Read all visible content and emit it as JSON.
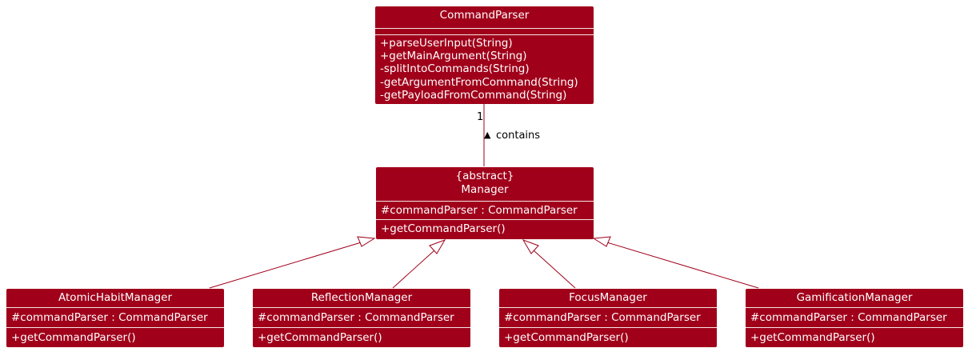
{
  "command_parser": {
    "name": "CommandParser",
    "methods": [
      "+parseUserInput(String)",
      "+getMainArgument(String)",
      "-splitIntoCommands(String)",
      "-getArgumentFromCommand(String)",
      "-getPayloadFromCommand(String)"
    ]
  },
  "association": {
    "multiplicity": "1",
    "arrow": "▲",
    "label": "contains"
  },
  "manager": {
    "stereotype": "{abstract}",
    "name": "Manager",
    "field": "#commandParser : CommandParser",
    "method": "+getCommandParser()"
  },
  "subclasses": [
    {
      "name": "AtomicHabitManager",
      "field": "#commandParser : CommandParser",
      "method": "+getCommandParser()"
    },
    {
      "name": "ReflectionManager",
      "field": "#commandParser : CommandParser",
      "method": "+getCommandParser()"
    },
    {
      "name": "FocusManager",
      "field": "#commandParser : CommandParser",
      "method": "+getCommandParser()"
    },
    {
      "name": "GamificationManager",
      "field": "#commandParser : CommandParser",
      "method": "+getCommandParser()"
    }
  ],
  "colors": {
    "class_fill": "#a0001a",
    "class_text": "#ffffff",
    "edge": "#a0001a"
  }
}
